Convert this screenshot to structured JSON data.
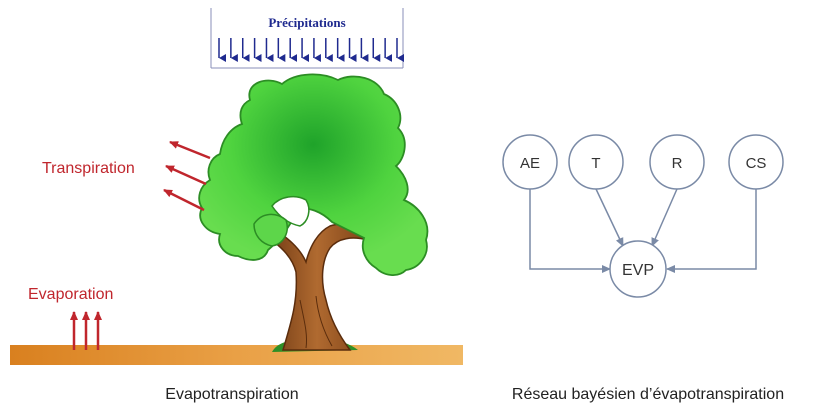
{
  "left_panel": {
    "precipitation_label": "Précipitations",
    "transpiration_label": "Transpiration",
    "evaporation_label": "Evaporation",
    "caption": "Evapotranspiration"
  },
  "right_panel": {
    "nodes": {
      "ae": "AE",
      "t": "T",
      "r": "R",
      "cs": "CS",
      "evp": "EVP"
    },
    "caption": "Réseau bayésien  d’évapotranspiration"
  },
  "colors": {
    "precipitation_text": "#1f2a8f",
    "precipitation_arrows": "#1f2a8f",
    "transpiration_red": "#c0262d",
    "ground": "#e6962a",
    "foliage": "#46c93a",
    "trunk": "#a0602d",
    "network_lines": "#7a8aa6",
    "node_text": "#333333"
  }
}
